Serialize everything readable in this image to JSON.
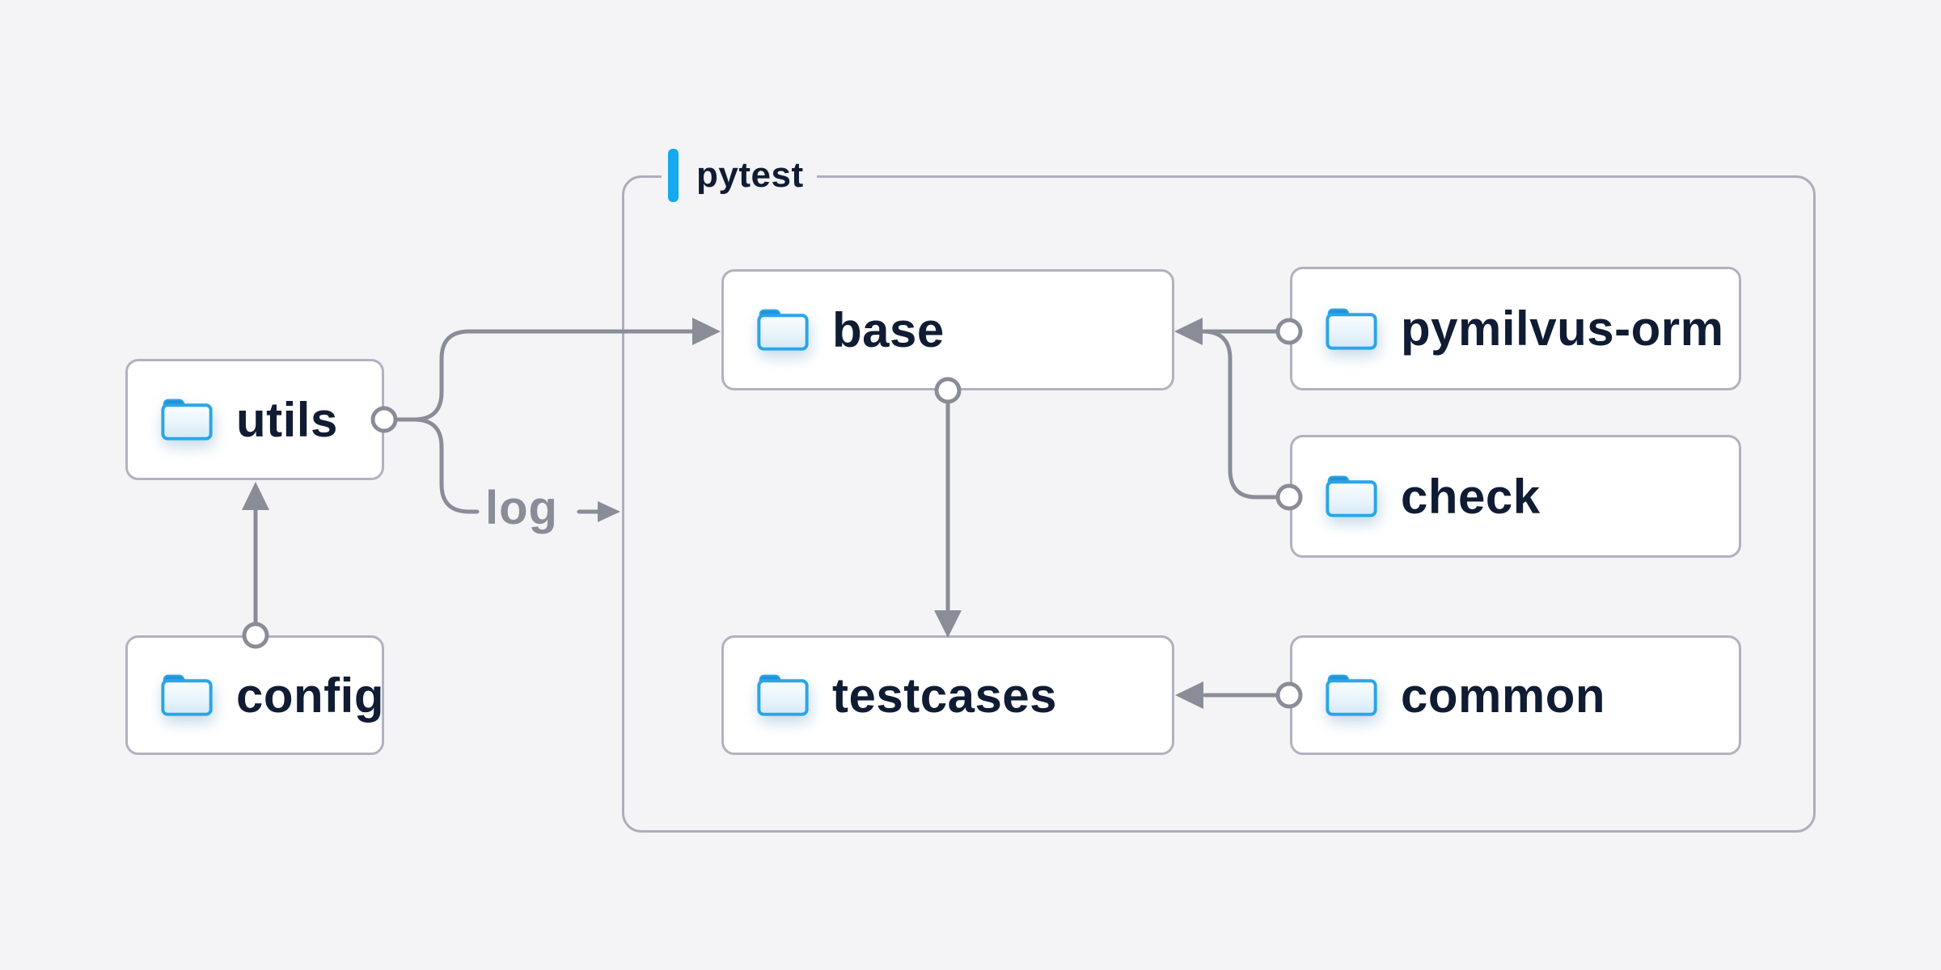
{
  "diagram": {
    "group": {
      "label": "pytest"
    },
    "nodes": {
      "utils": {
        "label": "utils",
        "icon": "folder-icon"
      },
      "config": {
        "label": "config",
        "icon": "folder-icon"
      },
      "base": {
        "label": "base",
        "icon": "folder-icon"
      },
      "pymilvus_orm": {
        "label": "pymilvus-orm",
        "icon": "folder-icon"
      },
      "check": {
        "label": "check",
        "icon": "folder-icon"
      },
      "testcases": {
        "label": "testcases",
        "icon": "folder-icon"
      },
      "common": {
        "label": "common",
        "icon": "folder-icon"
      }
    },
    "edge_labels": {
      "log": "log"
    },
    "edges": [
      {
        "from": "config",
        "to": "utils",
        "style": "arrow"
      },
      {
        "from": "utils",
        "to": "base",
        "style": "arrow"
      },
      {
        "from": "utils",
        "to": "pytest-group",
        "label": "log",
        "style": "arrow"
      },
      {
        "from": "base",
        "to": "testcases",
        "style": "arrow"
      },
      {
        "from": "pymilvus-orm",
        "to": "base",
        "style": "arrow"
      },
      {
        "from": "check",
        "to": "base",
        "style": "arrow"
      },
      {
        "from": "common",
        "to": "testcases",
        "style": "arrow"
      }
    ],
    "colors": {
      "background": "#f4f4f6",
      "node_background": "#ffffff",
      "border_gray": "#b0b2be",
      "group_border_gray": "#acaeba",
      "line_gray": "#8a8d98",
      "text_navy": "#101c33",
      "edge_label_gray": "#8a8d98",
      "accent_blue": "#16a9f1",
      "folder_blue": "#2aa5e8",
      "folder_tab_blue": "#2292d8"
    }
  }
}
